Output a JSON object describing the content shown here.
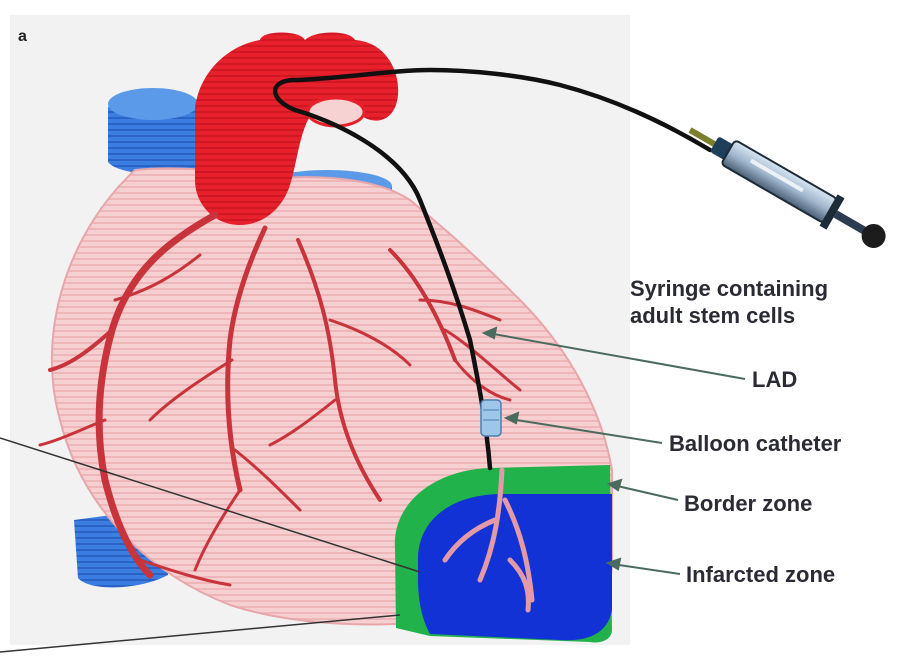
{
  "panel_letter": "a",
  "labels": {
    "syringe_line1": "Syringe containing",
    "syringe_line2": "adult stem cells",
    "lad": "LAD",
    "balloon": "Balloon catheter",
    "border_zone": "Border zone",
    "infarcted_zone": "Infarcted zone"
  },
  "colors": {
    "aorta": "#e8202c",
    "vessels": "#c8343c",
    "heart_fill": "#f3c4c4",
    "veins": "#2f6fd6",
    "border_zone": "#22b24b",
    "infarcted_zone": "#1232d6",
    "catheter": "#111111",
    "balloon": "#9ec6e8",
    "pointer": "#4b6b5e"
  },
  "icons": [
    "heart-illustration",
    "syringe-icon",
    "catheter-line",
    "balloon-icon"
  ]
}
